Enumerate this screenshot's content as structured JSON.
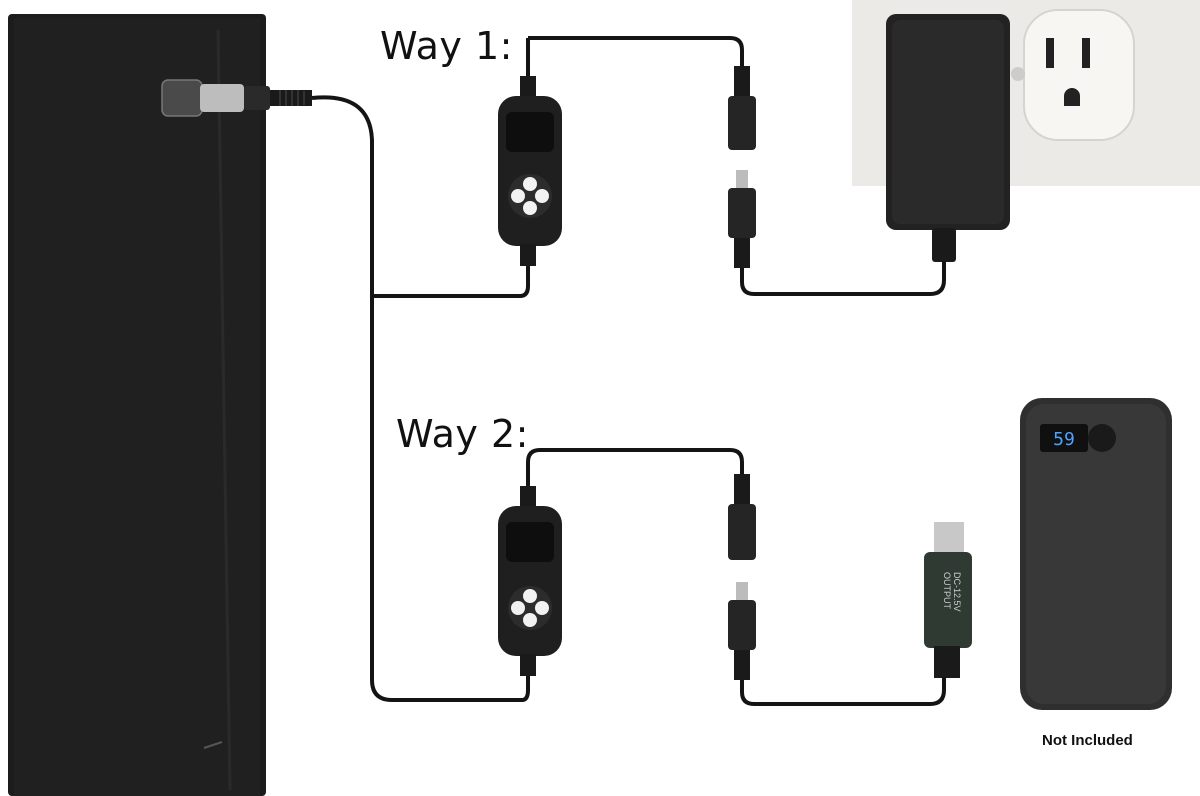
{
  "labels": {
    "way1": "Way 1:",
    "way2": "Way 2:",
    "not_included": "Not Included"
  },
  "devices": {
    "power_bank_display": "59",
    "usb_module_text_line1": "OUTPUT",
    "usb_module_text_line2": "DC-12.5V"
  },
  "colors": {
    "mat": "#1c1c1c",
    "cable": "#141414",
    "wall_plate": "#eceae6",
    "adapter": "#222222",
    "power_bank": "#2f2f2f",
    "display": "#4da3ff"
  }
}
